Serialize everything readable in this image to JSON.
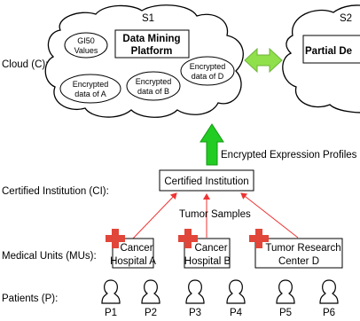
{
  "layer_labels": {
    "cloud": "Cloud (C):",
    "certified_institution": "Certified Institution (CI):",
    "medical_units": "Medical Units (MUs):",
    "patients": "Patients (P):"
  },
  "cloud_s1": {
    "name": "S1",
    "gi50": [
      "GI50",
      "Values"
    ],
    "platform": [
      "Data Mining",
      "Platform"
    ],
    "encrypted_a": [
      "Encrypted",
      "data of A"
    ],
    "encrypted_b": [
      "Encrypted",
      "data of B"
    ],
    "encrypted_d": [
      "Encrypted",
      "data of D"
    ]
  },
  "cloud_s2": {
    "name": "S2",
    "platform": "Partial De"
  },
  "flows": {
    "encrypted_profiles": "Encrypted Expression Profiles",
    "tumor_samples": "Tumor Samples"
  },
  "certified_institution_box": "Certified Institution",
  "medical_units": [
    {
      "line1": "Cancer",
      "line2": "Hospital A"
    },
    {
      "line1": "Cancer",
      "line2": "Hospital B"
    },
    {
      "line1": "Tumor Research",
      "line2": "Center D"
    }
  ],
  "patients": [
    "P1",
    "P2",
    "P3",
    "P4",
    "P5",
    "P6"
  ],
  "colors": {
    "double_arrow": "#8fe04a",
    "up_arrow": "#22cc22",
    "red_cross": "#e0463a",
    "red_line": "#ee3333"
  }
}
